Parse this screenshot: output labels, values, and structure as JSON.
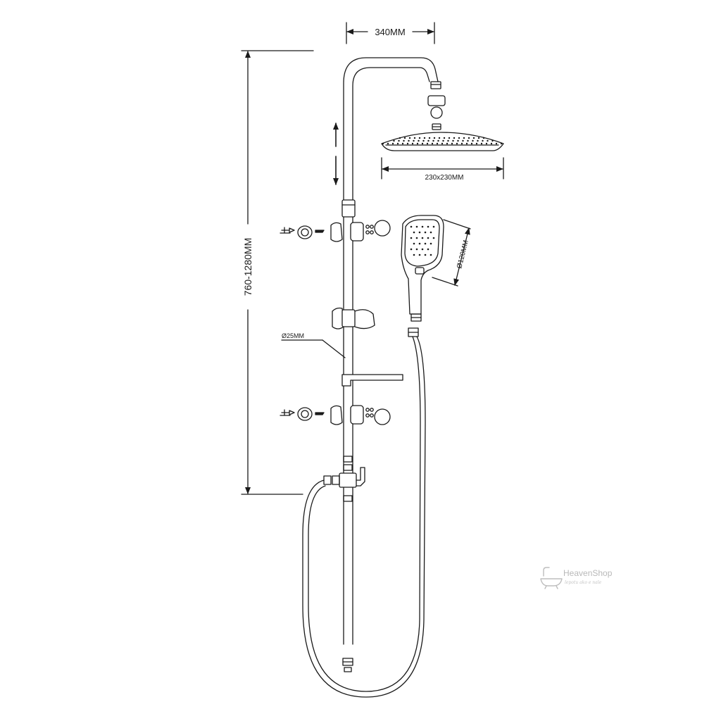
{
  "dimensions": {
    "top_width": "340MM",
    "height_range": "760-1280MM",
    "head_size": "230x230MM",
    "handheld_diameter": "Ø120MM",
    "pipe_diameter": "Ø25MM"
  },
  "watermark": {
    "brand": "HeavenShop",
    "tagline": "lepotu ako e nale"
  },
  "colors": {
    "line": "#1a1a1a",
    "watermark": "#b9b9b9"
  }
}
